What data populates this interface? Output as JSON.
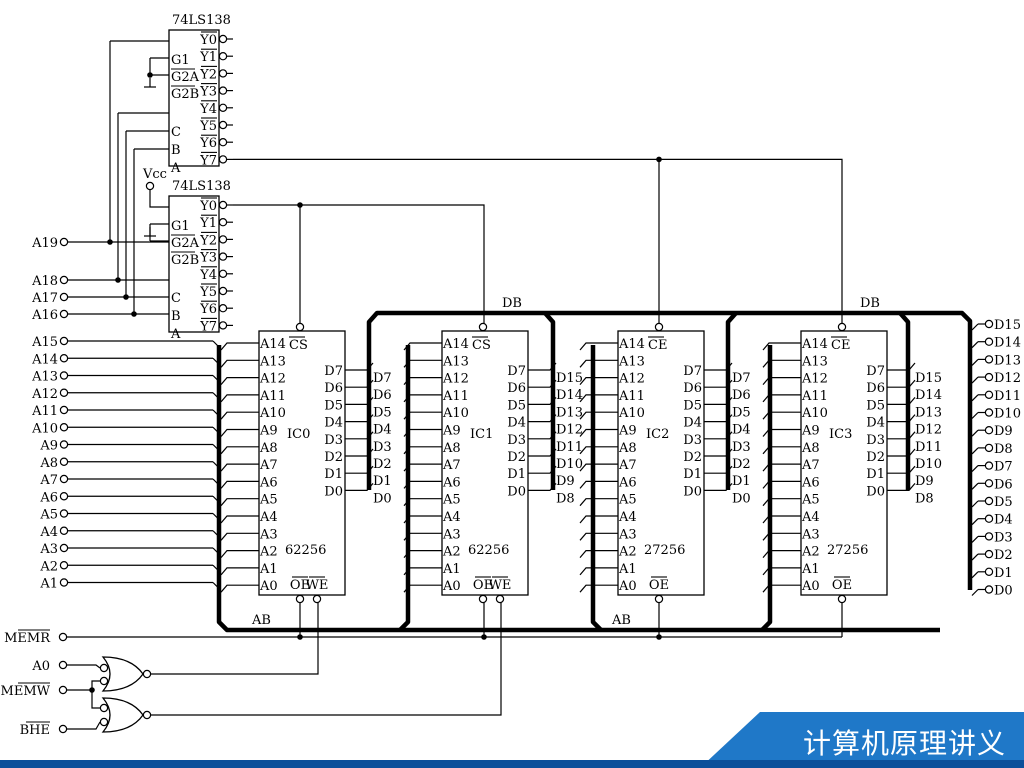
{
  "footer": {
    "title": "计算机原理讲义",
    "accent": "#1f78c8",
    "dark": "#0b4f9a"
  },
  "decoders": [
    {
      "id": "decoder-top",
      "name": "74LS138",
      "inputs": [
        "G1",
        "G2A",
        "G2B",
        "C",
        "B",
        "A"
      ],
      "outputs": [
        "Y0",
        "Y1",
        "Y2",
        "Y3",
        "Y4",
        "Y5",
        "Y6",
        "Y7"
      ]
    },
    {
      "id": "decoder-bottom",
      "name": "74LS138",
      "inputs": [
        "G1",
        "G2A",
        "G2B",
        "C",
        "B",
        "A"
      ],
      "outputs": [
        "Y0",
        "Y1",
        "Y2",
        "Y3",
        "Y4",
        "Y5",
        "Y6",
        "Y7"
      ]
    }
  ],
  "vcc_label": "Vcc",
  "high_address": [
    "A19",
    "A18",
    "A17",
    "A16"
  ],
  "low_address": [
    "A15",
    "A14",
    "A13",
    "A12",
    "A11",
    "A10",
    "A9",
    "A8",
    "A7",
    "A6",
    "A5",
    "A4",
    "A3",
    "A2",
    "A1"
  ],
  "chips": [
    {
      "id": "ic0",
      "name": "IC0",
      "part": "62256",
      "select": "CS",
      "controls": [
        "OE",
        "WE"
      ],
      "addr": [
        "A14",
        "A13",
        "A12",
        "A11",
        "A10",
        "A9",
        "A8",
        "A7",
        "A6",
        "A5",
        "A4",
        "A3",
        "A2",
        "A1",
        "A0"
      ],
      "data": [
        "D7",
        "D6",
        "D5",
        "D4",
        "D3",
        "D2",
        "D1",
        "D0"
      ],
      "bus": [
        "D7",
        "D6",
        "D5",
        "D4",
        "D3",
        "D2",
        "D1",
        "D0"
      ]
    },
    {
      "id": "ic1",
      "name": "IC1",
      "part": "62256",
      "select": "CS",
      "controls": [
        "OE",
        "WE"
      ],
      "addr": [
        "A14",
        "A13",
        "A12",
        "A11",
        "A10",
        "A9",
        "A8",
        "A7",
        "A6",
        "A5",
        "A4",
        "A3",
        "A2",
        "A1",
        "A0"
      ],
      "data": [
        "D7",
        "D6",
        "D5",
        "D4",
        "D3",
        "D2",
        "D1",
        "D0"
      ],
      "bus": [
        "D15",
        "D14",
        "D13",
        "D12",
        "D11",
        "D10",
        "D9",
        "D8"
      ]
    },
    {
      "id": "ic2",
      "name": "IC2",
      "part": "27256",
      "select": "CE",
      "controls": [
        "OE"
      ],
      "addr": [
        "A14",
        "A13",
        "A12",
        "A11",
        "A10",
        "A9",
        "A8",
        "A7",
        "A6",
        "A5",
        "A4",
        "A3",
        "A2",
        "A1",
        "A0"
      ],
      "data": [
        "D7",
        "D6",
        "D5",
        "D4",
        "D3",
        "D2",
        "D1",
        "D0"
      ],
      "bus": [
        "D7",
        "D6",
        "D5",
        "D4",
        "D3",
        "D2",
        "D1",
        "D0"
      ]
    },
    {
      "id": "ic3",
      "name": "IC3",
      "part": "27256",
      "select": "CE",
      "controls": [
        "OE"
      ],
      "addr": [
        "A14",
        "A13",
        "A12",
        "A11",
        "A10",
        "A9",
        "A8",
        "A7",
        "A6",
        "A5",
        "A4",
        "A3",
        "A2",
        "A1",
        "A0"
      ],
      "data": [
        "D7",
        "D6",
        "D5",
        "D4",
        "D3",
        "D2",
        "D1",
        "D0"
      ],
      "bus": [
        "D15",
        "D14",
        "D13",
        "D12",
        "D11",
        "D10",
        "D9",
        "D8"
      ]
    }
  ],
  "bus_labels": {
    "db": "DB",
    "ab": "AB"
  },
  "data_bus": [
    "D15",
    "D14",
    "D13",
    "D12",
    "D11",
    "D10",
    "D9",
    "D8",
    "D7",
    "D6",
    "D5",
    "D4",
    "D3",
    "D2",
    "D1",
    "D0"
  ],
  "control_signals": [
    "MEMR",
    "A0",
    "MEMW",
    "BHE"
  ]
}
